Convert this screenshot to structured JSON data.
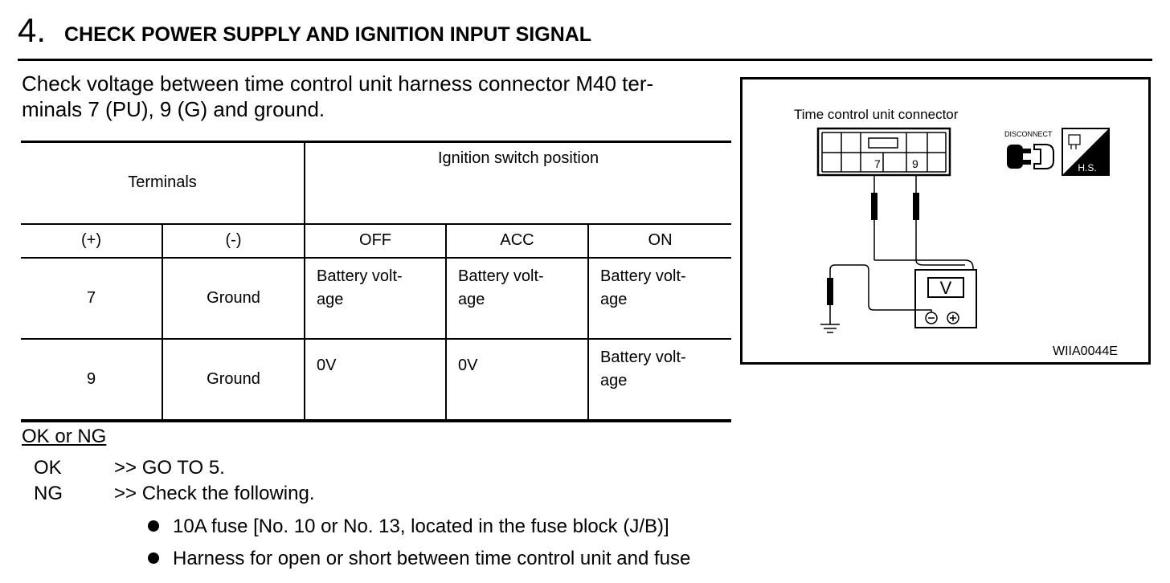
{
  "header": {
    "step_number": "4.",
    "title": "CHECK POWER SUPPLY AND IGNITION INPUT SIGNAL"
  },
  "intro": {
    "line1": "Check voltage between time control unit harness connector M40 ter-",
    "line2": "minals 7 (PU), 9 (G) and ground."
  },
  "table": {
    "terminals_header": "Terminals",
    "ignition_header": "Ignition switch position",
    "plus": "(+)",
    "minus": "(-)",
    "off": "OFF",
    "acc": "ACC",
    "on": "ON",
    "rows": [
      {
        "plus": "7",
        "minus": "Ground",
        "off": [
          "Battery volt-",
          "age"
        ],
        "acc": [
          "Battery volt-",
          "age"
        ],
        "on": [
          "Battery volt-",
          "age"
        ]
      },
      {
        "plus": "9",
        "minus": "Ground",
        "off": [
          "0V",
          ""
        ],
        "acc": [
          "0V",
          ""
        ],
        "on": [
          "Battery volt-",
          "age"
        ]
      }
    ]
  },
  "result": {
    "heading": "OK or NG",
    "ok_code": "OK",
    "ok_action": ">> GO TO 5.",
    "ng_code": "NG",
    "ng_action": ">> Check the following.",
    "bullets": [
      "10A fuse [No. 10 or No. 13, located in the fuse block (J/B)]",
      "Harness for open or short between time control unit and fuse"
    ]
  },
  "figure": {
    "connector_label": "Time control unit connector",
    "terminal_a": "7",
    "terminal_b": "9",
    "meter_symbol": "V",
    "disconnect_label": "DISCONNECT",
    "hs_label": "H.S.",
    "figure_code": "WIIA0044E"
  }
}
